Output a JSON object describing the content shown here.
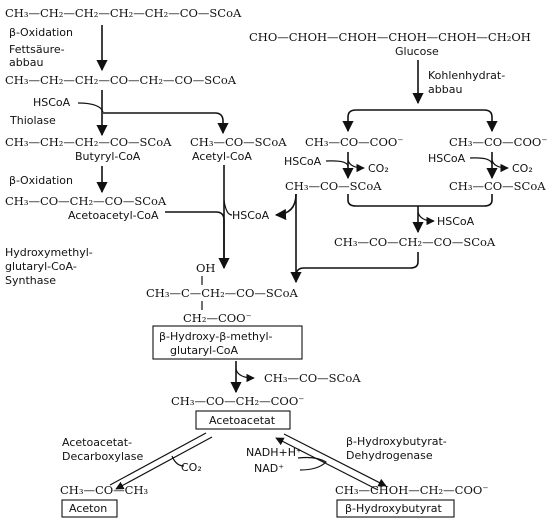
{
  "formulas": {
    "caproyl": "CH₃—CH₂—CH₂—CH₂—CH₂—CO—SCoA",
    "ketoacyl": "CH₃—CH₂—CH₂—CO—CH₂—CO—SCoA",
    "butyryl": "CH₃—CH₂—CH₂—CO—SCoA",
    "acetyl_left": "CH₃—CO—SCoA",
    "acetoacetyl": "CH₃—CO—CH₂—CO—SCoA",
    "glucose": "CHO—CHOH—CHOH—CHOH—CHOH—CH₂OH",
    "pyruvate_left": "CH₃—CO—COO⁻",
    "pyruvate_right": "CH₃—CO—COO⁻",
    "acetyl_mid": "CH₃—CO—SCoA",
    "acetyl_far_right": "CH₃—CO—SCoA",
    "acetoacetyl_right": "CH₃—CO—CH₂—CO—SCoA",
    "hmg_oh": "OH",
    "hmg_c": "CH₃—C—CH₂—CO—SCoA",
    "hmg_branch": "CH₂—COO⁻",
    "acetyl_out": "CH₃—CO—SCoA",
    "acetoacetate": "CH₃—CO—CH₂—COO⁻",
    "acetone": "CH₃—CO—CH₃",
    "hydroxybutyrate": "CH₃—CHOH—CH₂—COO⁻"
  },
  "labels": {
    "beta_oxidation_1": "β-Oxidation",
    "fettsaeure_1": "Fettsäure-",
    "fettsaeure_2": "abbau",
    "hscoa_1": "HSCoA",
    "thiolase": "Thiolase",
    "butyryl_coa": "Butyryl-CoA",
    "acetyl_coa": "Acetyl-CoA",
    "beta_oxidation_2": "β-Oxidation",
    "acetoacetyl_coa": "Acetoacetyl-CoA",
    "hmg_synthase_1": "Hydroxymethyl-",
    "hmg_synthase_2": "glutaryl-CoA-",
    "hmg_synthase_3": "Synthase",
    "hscoa_2": "HSCoA",
    "glucose": "Glucose",
    "kohlenhydrat_1": "Kohlenhydrat-",
    "kohlenhydrat_2": "abbau",
    "hscoa_3": "HSCoA",
    "co2_1": "CO₂",
    "hscoa_4": "HSCoA",
    "co2_2": "CO₂",
    "hscoa_5": "HSCoA",
    "decarboxylase_1": "Acetoacetat-",
    "decarboxylase_2": "Decarboxylase",
    "co2_3": "CO₂",
    "nadh": "NADH+H⁺",
    "nad": "NAD⁺",
    "dehydrogenase_1": "β-Hydroxybutyrat-",
    "dehydrogenase_2": "Dehydrogenase"
  },
  "boxes": {
    "hmg_1": "β-Hydroxy-β-methyl-",
    "hmg_2": "glutaryl-CoA",
    "acetoacetat": "Acetoacetat",
    "aceton": "Aceton",
    "hydroxybutyrat": "β-Hydroxybutyrat"
  }
}
